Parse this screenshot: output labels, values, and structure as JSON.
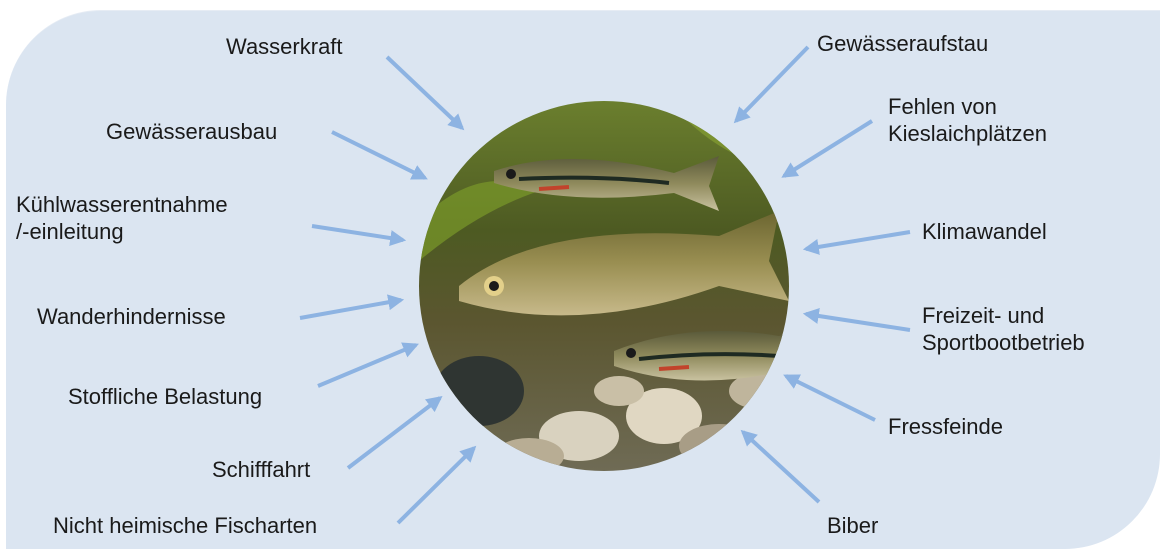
{
  "labels": {
    "wasserkraft": "Wasserkraft",
    "gewaesserausbau": "Gewässerausbau",
    "kuehlwasser_line1": "Kühlwasserentnahme",
    "kuehlwasser_line2": "/-einleitung",
    "wanderhindernisse": "Wanderhindernisse",
    "stoffliche_belastung": "Stoffliche Belastung",
    "schifffahrt": "Schifffahrt",
    "nicht_heimische": "Nicht heimische Fischarten",
    "gewaesseraufstau": "Gewässeraufstau",
    "fehlen_line1": "Fehlen von",
    "fehlen_line2": "Kieslaichplätzen",
    "klimawandel": "Klimawandel",
    "freizeit_line1": "Freizeit- und",
    "freizeit_line2": "Sportbootbetrieb",
    "fressfeinde": "Fressfeinde",
    "biber": "Biber"
  },
  "colors": {
    "panel": "#dbe5f1",
    "arrow": "#8db3e2",
    "text": "#1a1a1a"
  }
}
